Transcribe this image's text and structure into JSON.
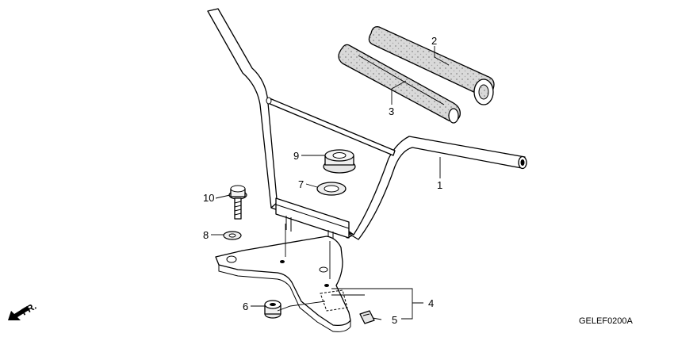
{
  "diagram": {
    "code": "GELEF0200A",
    "front_label": "FR.",
    "callouts": {
      "c1": "1",
      "c2": "2",
      "c3": "3",
      "c4": "4",
      "c5": "5",
      "c6": "6",
      "c7": "7",
      "c8": "8",
      "c9": "9",
      "c10": "10"
    }
  }
}
